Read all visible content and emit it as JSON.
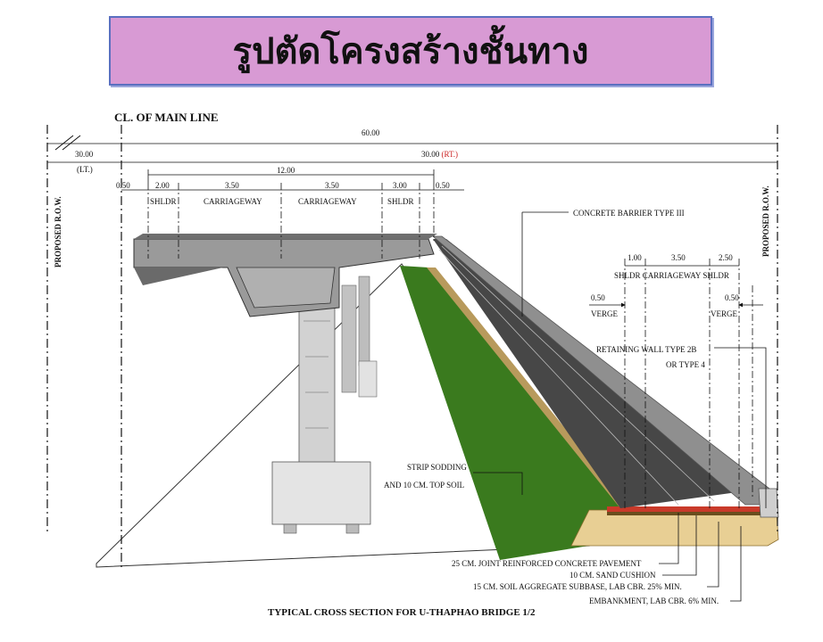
{
  "title": "รูปตัดโครงสร้างชั้นทาง",
  "labels": {
    "main_line": "CL. OF MAIN LINE",
    "total_width": "60.00",
    "left_half": "30.00",
    "right_half_value": "30.00",
    "right_half_suffix": "(RT.)",
    "left_marker": "(LT.)",
    "deck_width": "12.00",
    "dim_050_left": "0.50",
    "dim_200": "2.00",
    "dim_350_a": "3.50",
    "dim_350_b": "3.50",
    "dim_300": "3.00",
    "dim_050_right": "0.50",
    "shldr_left": "SHLDR",
    "carriageway_a": "CARRIAGEWAY",
    "carriageway_b": "CARRIAGEWAY",
    "shldr_right": "SHLDR",
    "row_left": "PROPOSED R.O.W.",
    "row_right": "PROPOSED R.O.W.",
    "barrier": "CONCRETE BARRIER TYPE III",
    "dim_100": "1.00",
    "dim_350_c": "3.50",
    "dim_250": "2.50",
    "ground_row": "SHLDR CARRIAGEWAY SHLDR",
    "dim_050_v1": "0.50",
    "dim_050_v2": "0.50",
    "verge_left": "VERGE",
    "verge_right": "VERGE",
    "wall_line1": "RETAINING WALL TYPE 2B",
    "wall_line2": "OR TYPE 4",
    "sod_line1": "STRIP SODDING",
    "sod_line2": "AND 10 CM. TOP SOIL",
    "layer1": "25 CM. JOINT REINFORCED CONCRETE PAVEMENT",
    "layer2": "10 CM. SAND CUSHION",
    "layer3": "15 CM. SOIL AGGREGATE SUBBASE, LAB CBR. 25% MIN.",
    "layer4": "EMBANKMENT, LAB CBR. 6% MIN.",
    "caption": "TYPICAL CROSS SECTION FOR U-THAPHAO BRIDGE 1/2"
  },
  "colors": {
    "banner": "#d89ad4",
    "grass": "#3a7a1e",
    "asphalt": "#4a4a4a",
    "concrete": "#b5b5b5",
    "soil": "#e8cf94",
    "accent_red": "#cc2222"
  }
}
